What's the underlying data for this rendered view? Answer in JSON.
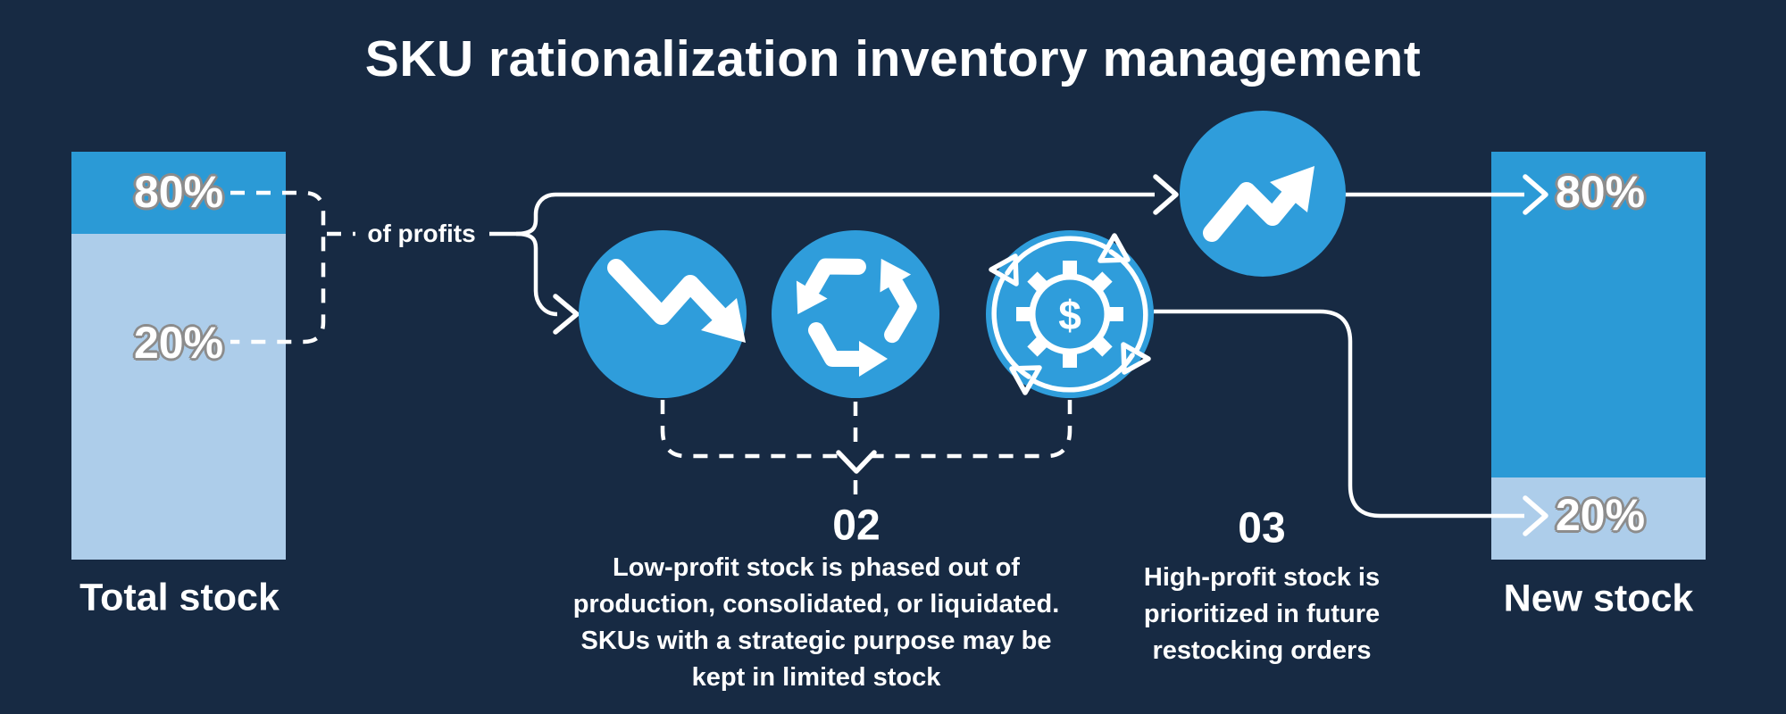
{
  "title": "SKU rationalization inventory management",
  "colors": {
    "background": "#172A43",
    "bar_blue": "#2B9AD6",
    "bar_light": "#ADCDEA",
    "circle_blue": "#2F9DDB",
    "line_white": "#FFFFFF",
    "pct_outline": "#8C8C8C",
    "text_white": "#FFFFFF"
  },
  "total_stock": {
    "label": "Total stock",
    "top_pct": "80%",
    "bottom_pct": "20%"
  },
  "new_stock": {
    "label": "New stock",
    "top_pct": "80%",
    "bottom_pct": "20%"
  },
  "connector": {
    "label": "of profits"
  },
  "steps": {
    "step02": {
      "number": "02",
      "lines": [
        "Low-profit stock is phased out of",
        "production, consolidated, or liquidated.",
        "SKUs with a strategic purpose may be",
        "kept in limited stock"
      ]
    },
    "step03": {
      "number": "03",
      "lines": [
        "High-profit stock is",
        "prioritized in future",
        "restocking orders"
      ]
    }
  },
  "icons": {
    "downtrend": {
      "name": "downtrend-arrow"
    },
    "recycle": {
      "name": "recycle-symbol"
    },
    "gear_dollar": {
      "name": "gear-dollar-cycle",
      "glyph": "$"
    },
    "uptrend": {
      "name": "uptrend-arrow"
    }
  }
}
